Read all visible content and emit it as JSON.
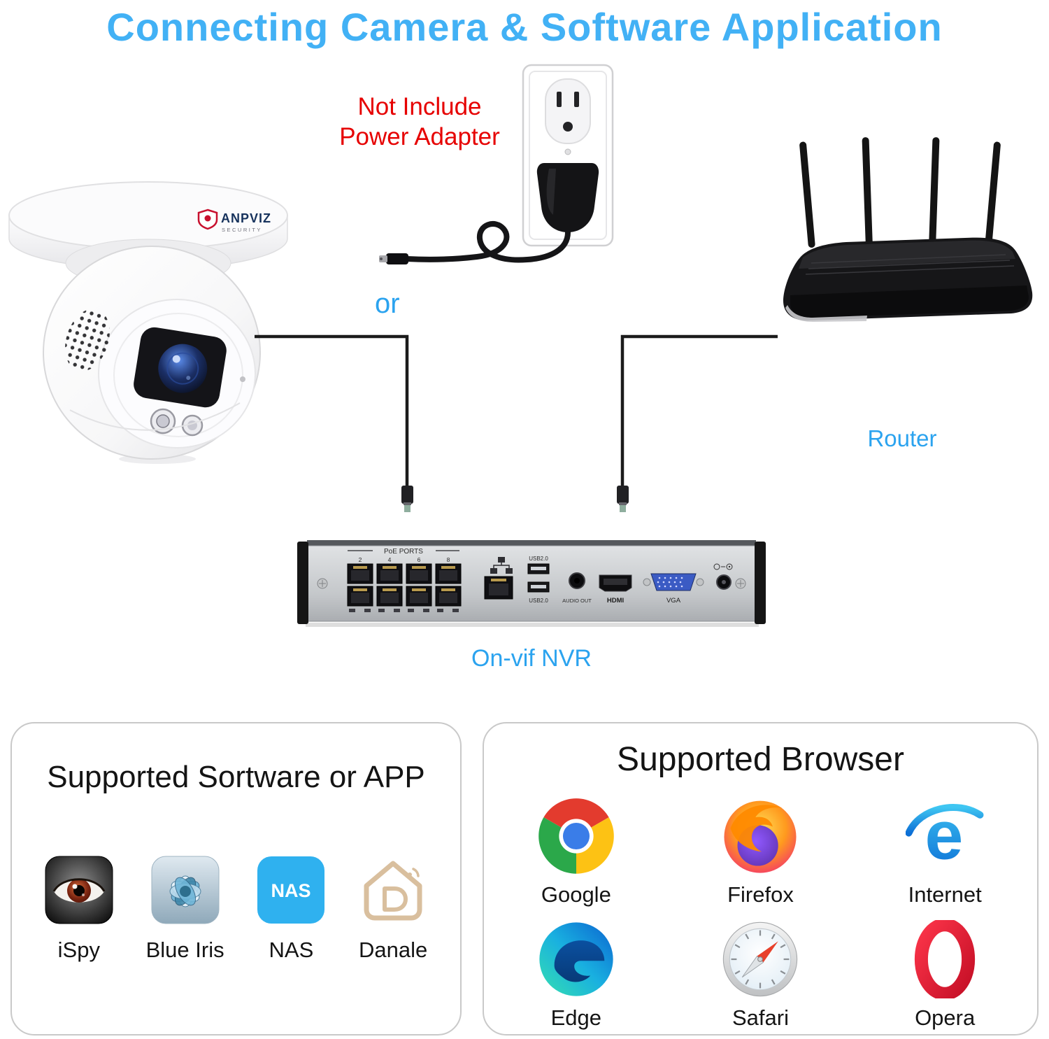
{
  "title": "Connecting Camera & Software Application",
  "annotations": {
    "not_include_line1": "Not Include",
    "not_include_line2": "Power Adapter",
    "or": "or",
    "router": "Router",
    "nvr": "On-vif NVR"
  },
  "camera": {
    "brand": "ANPVIZ",
    "brand_sub": "SECURITY"
  },
  "nvr_panel": {
    "poe_label": "PoE PORTS",
    "port_numbers": [
      "2",
      "4",
      "6",
      "8"
    ],
    "usb_label_top": "USB2.0",
    "usb_label_bottom": "USB2.0",
    "audio_label": "AUDIO OUT",
    "hdmi_label": "HDMI",
    "vga_label": "VGA"
  },
  "software_box": {
    "title": "Supported Sortware or APP",
    "items": [
      {
        "name": "iSpy",
        "icon": "ispy-eye-icon"
      },
      {
        "name": "Blue Iris",
        "icon": "blue-iris-flower-icon"
      },
      {
        "name": "NAS",
        "icon": "nas-icon",
        "icon_text": "NAS",
        "color": "#2fb1ef"
      },
      {
        "name": "Danale",
        "icon": "danale-home-icon"
      }
    ]
  },
  "browser_box": {
    "title": "Supported Browser",
    "items": [
      {
        "name": "Google",
        "icon": "chrome-icon"
      },
      {
        "name": "Firefox",
        "icon": "firefox-icon"
      },
      {
        "name": "Internet",
        "icon": "internet-explorer-icon",
        "glyph": "e"
      },
      {
        "name": "Edge",
        "icon": "edge-icon"
      },
      {
        "name": "Safari",
        "icon": "safari-icon"
      },
      {
        "name": "Opera",
        "icon": "opera-icon"
      }
    ]
  },
  "colors": {
    "title_blue": "#42b1f5",
    "label_blue": "#2ba3ef",
    "warning_red": "#e60000",
    "nas_blue": "#2fb1ef"
  }
}
